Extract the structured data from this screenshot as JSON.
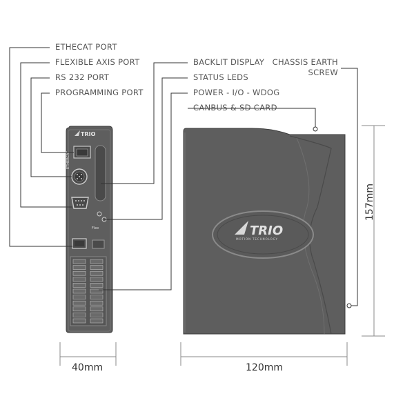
{
  "labels": {
    "ethercat_port": "ETHECAT PORT",
    "flexible_axis_port": "FLEXIBLE AXIS PORT",
    "rs232_port": "RS 232 PORT",
    "programming_port": "PROGRAMMING PORT",
    "backlit_display": "BACKLIT DISPLAY",
    "status_leds": "STATUS LEDS",
    "power_io_wdog": "POWER - I/O - WDOG",
    "canbus_sd_card": "CANBUS & SD CARD",
    "chassis_earth_screw_line1": "CHASSIS EARTH",
    "chassis_earth_screw_line2": "SCREW"
  },
  "dimensions": {
    "width": "40mm",
    "depth": "120mm",
    "height": "157mm"
  },
  "brand": {
    "logo_text": "TRIO",
    "logo_subtext": "MOTION TECHNOLOGY",
    "front_logo": "TRIO",
    "front_port_label": "ETHERCAT",
    "front_model": "Flex"
  },
  "colors": {
    "body": "#5e5e5e",
    "body_dark": "#3f3f3f",
    "leader": "#333333",
    "dim_line": "#888888"
  }
}
